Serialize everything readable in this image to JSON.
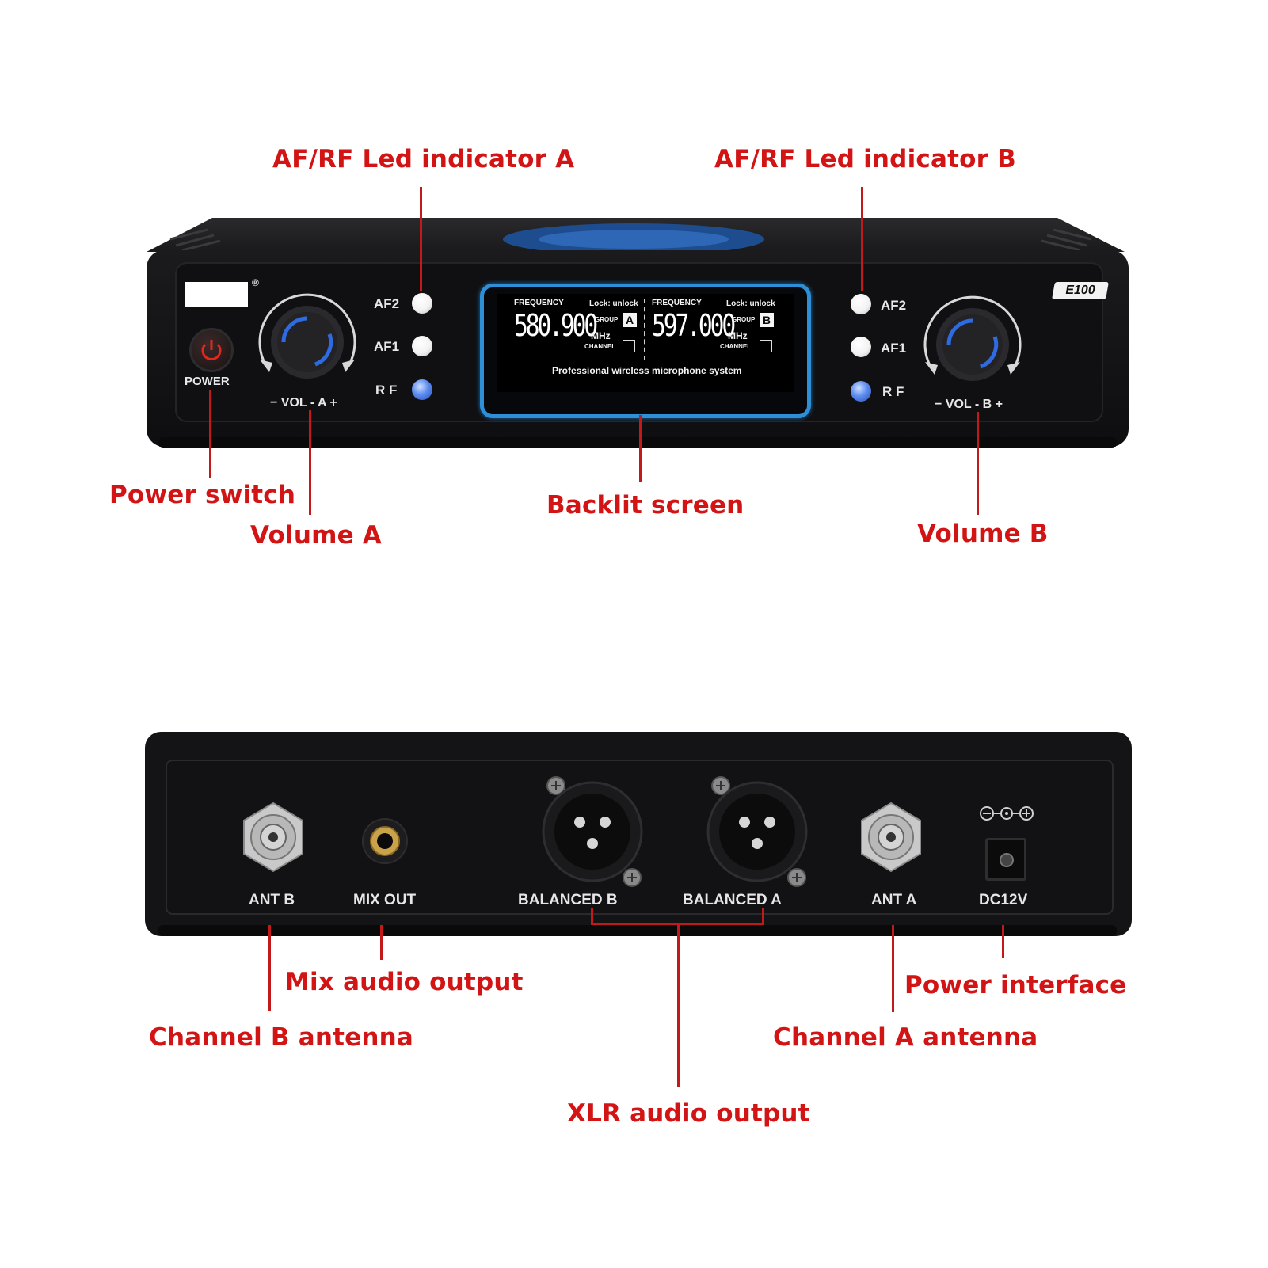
{
  "callouts": {
    "af_rf_a": "AF/RF Led indicator A",
    "af_rf_b": "AF/RF Led indicator B",
    "power_switch": "Power switch",
    "volume_a": "Volume A",
    "backlit_screen": "Backlit screen",
    "volume_b": "Volume B",
    "mix_audio_output": "Mix audio output",
    "channel_b_antenna": "Channel B antenna",
    "power_interface": "Power interface",
    "channel_a_antenna": "Channel A antenna",
    "xlr_audio_output": "XLR audio output"
  },
  "front_panel": {
    "model": "E100",
    "registered": "®",
    "power_label": "POWER",
    "vol_a_label": "−  VOL - A  +",
    "vol_b_label": "−  VOL - B  +",
    "af2": "AF2",
    "af1": "AF1",
    "rf": "R F",
    "screen": {
      "freq_label_a": "FREQUENCY",
      "lock_a": "Lock: unlock",
      "freq_a": "580.900",
      "unit_a": "MHz",
      "group_label_a": "GROUP",
      "group_a": "A",
      "channel_label_a": "CHANNEL",
      "freq_label_b": "FREQUENCY",
      "lock_b": "Lock: unlock",
      "freq_b": "597.000",
      "unit_b": "MHz",
      "group_label_b": "GROUP",
      "group_b": "B",
      "channel_label_b": "CHANNEL",
      "tagline": "Professional wireless microphone system"
    }
  },
  "rear_panel": {
    "ant_b": "ANT B",
    "mix_out": "MIX OUT",
    "balanced_b": "BALANCED B",
    "balanced_a": "BALANCED A",
    "ant_a": "ANT A",
    "dc": "DC12V"
  },
  "colors": {
    "callout_red": "#d21414",
    "device_body": "#141416",
    "screen_border": "#2e8fd6",
    "led_blue": "#5d8df0",
    "knob_ring": "#2f6be0"
  }
}
